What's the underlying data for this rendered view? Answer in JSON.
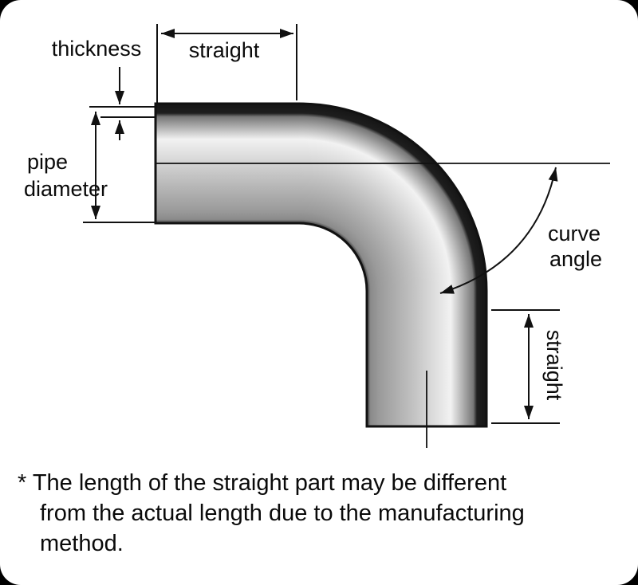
{
  "diagram": {
    "title": "pipe-bend-dimension-diagram",
    "labels": {
      "thickness": "thickness",
      "straight_top": "straight",
      "pipe_diameter": [
        "pipe",
        "diameter"
      ],
      "curve_angle": [
        "curve",
        "angle"
      ],
      "straight_bottom": "straight"
    },
    "footnote": [
      "* The length of the straight part may be different",
      "from the actual length due to the manufacturing",
      "method."
    ],
    "colors": {
      "background": "#ffffff",
      "frame_corner": "#000000",
      "line": "#111111",
      "pipe_outer_wall_dark": "#151515",
      "pipe_highlight": "#f2f2f2",
      "pipe_mid_gray": "#c4c4c4",
      "pipe_inner_edge": "#3a3a3a"
    }
  }
}
